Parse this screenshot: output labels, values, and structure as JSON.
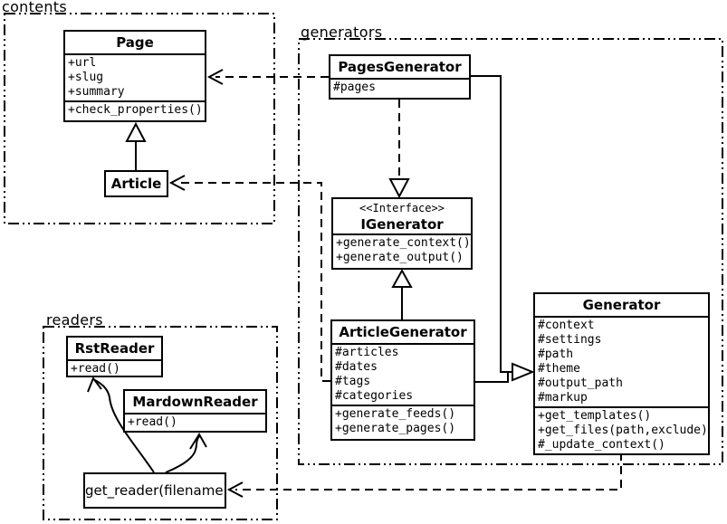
{
  "packages": {
    "contents": {
      "label": "contents"
    },
    "generators": {
      "label": "generators"
    },
    "readers": {
      "label": "readers"
    }
  },
  "classes": {
    "page": {
      "title": "Page",
      "attributes": [
        "+url",
        "+slug",
        "+summary"
      ],
      "methods": [
        "+check_properties()"
      ]
    },
    "article": {
      "title": "Article"
    },
    "pages_generator": {
      "title": "PagesGenerator",
      "attributes": [
        "#pages"
      ]
    },
    "igenerator": {
      "stereotype": "<<Interface>>",
      "title": "IGenerator",
      "methods": [
        "+generate_context()",
        "+generate_output()"
      ]
    },
    "article_generator": {
      "title": "ArticleGenerator",
      "attributes": [
        "#articles",
        "#dates",
        "#tags",
        "#categories"
      ],
      "methods": [
        "+generate_feeds()",
        "+generate_pages()"
      ]
    },
    "generator": {
      "title": "Generator",
      "attributes": [
        "#context",
        "#settings",
        "#path",
        "#theme",
        "#output_path",
        "#markup"
      ],
      "methods": [
        "+get_templates()",
        "+get_files(path,exclude)",
        "#_update_context()"
      ]
    },
    "rst_reader": {
      "title": "RstReader",
      "methods": [
        "+read()"
      ]
    },
    "mardown_reader": {
      "title": "MardownReader",
      "methods": [
        "+read()"
      ]
    },
    "get_reader": {
      "title": "get_reader(filename)"
    }
  },
  "colors": {
    "line": "#000000",
    "background": "#ffffff",
    "box_fill": "#ffffff"
  }
}
